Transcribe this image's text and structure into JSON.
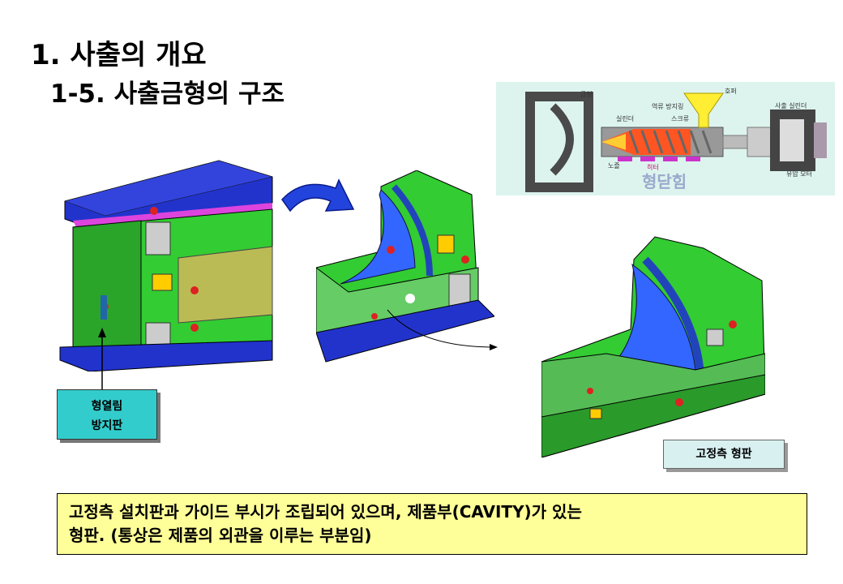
{
  "title": "1. 사출의 개요",
  "subtitle": "1-5. 사출금형의 구조",
  "injection_diagram": {
    "labels": {
      "mold": "금형",
      "check_ring": "역류 방지링",
      "cylinder": "실린더",
      "screw": "스크류",
      "hopper": "호퍼",
      "injection_cylinder": "사출 실린더",
      "nozzle": "노즐",
      "heater": "히터",
      "hydraulic_motor": "유압 모터",
      "caption": "형닫힘"
    }
  },
  "callouts": {
    "anti_open": [
      "형열림",
      "방지판"
    ],
    "fixed_plate": "고정측 형판"
  },
  "description": [
    "고정측 설치판과 가이드 부시가 조립되어 있으며, 제품부(CAVITY)가 있는",
    "형판. (통상은 제품의 외관을 이루는 부분임)"
  ],
  "colors": {
    "plate_green": "#33cc33",
    "plate_blue": "#2233cc",
    "cavity_blue": "#3366ff",
    "label_cyan": "#33cccc",
    "note_yellow": "#ffff99"
  }
}
